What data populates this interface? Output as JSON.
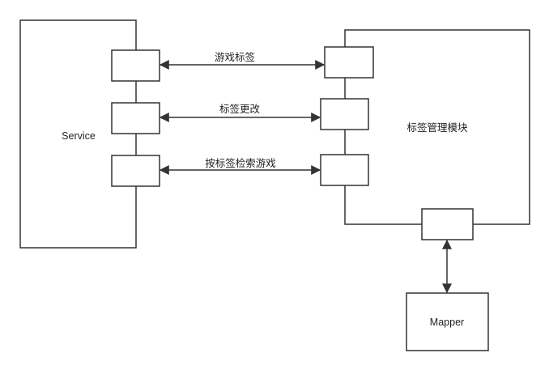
{
  "nodes": {
    "service": "Service",
    "module": "标签管理模块",
    "mapper": "Mapper"
  },
  "edges": {
    "game_tags": "游戏标签",
    "tag_change": "标签更改",
    "search_by_tag": "按标签检索游戏"
  }
}
